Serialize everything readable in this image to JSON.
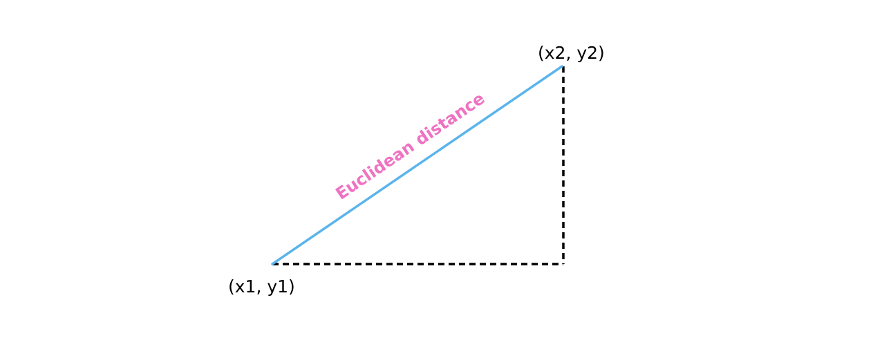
{
  "diagram": {
    "labels": {
      "point_start": "(x1, y1)",
      "point_end": "(x2, y2)",
      "hypotenuse": "Euclidean distance"
    },
    "colors": {
      "hypotenuse_line": "#5ab4ec",
      "hypotenuse_label": "#ef72c2",
      "legs": "#000000",
      "background": "#ffffff"
    },
    "leg_style": "dashed"
  }
}
